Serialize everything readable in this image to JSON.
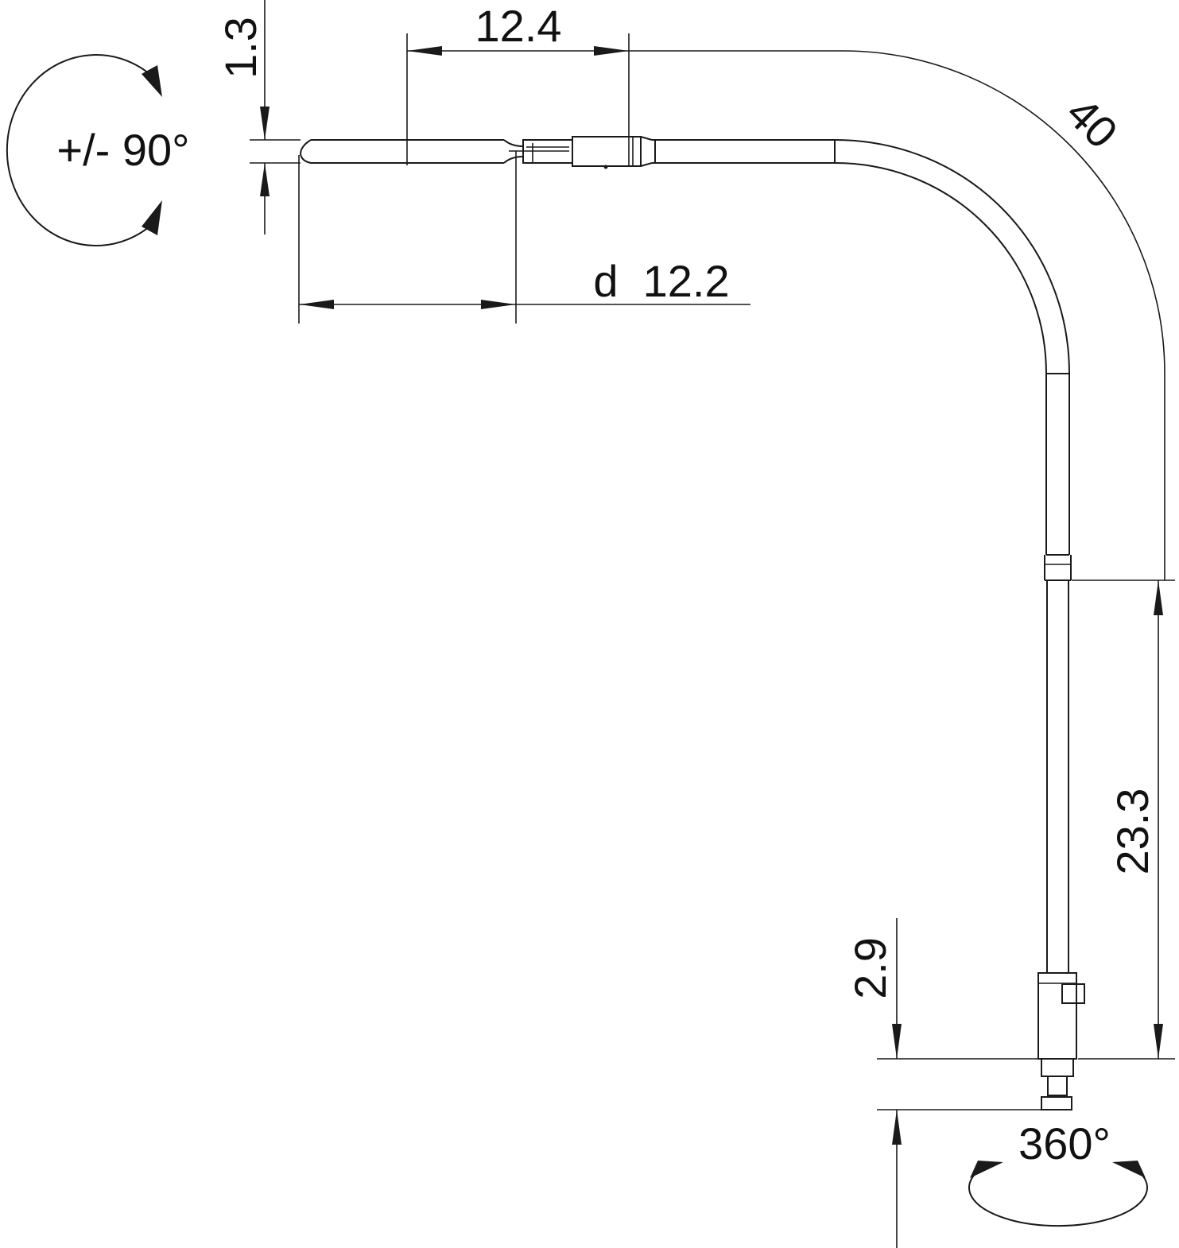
{
  "diagram": {
    "type": "technical-drawing",
    "rotation_top_label": "+/- 90°",
    "rotation_bottom_label": "360°",
    "dimensions": {
      "tip_height": "1.3",
      "segment_length": "12.4",
      "tip_length": "d  12.2",
      "bend_radius": "40",
      "vertical_length": "23.3",
      "base_height": "2.9"
    }
  }
}
